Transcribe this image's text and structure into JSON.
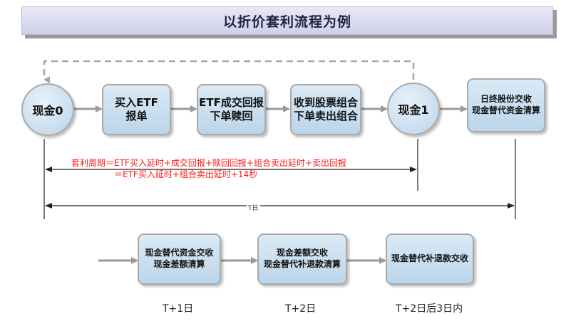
{
  "title": "以折价套利流程为例",
  "nodes": {
    "cash0": "现金0",
    "buy_etf": [
      "买入ETF",
      "报单"
    ],
    "etf_redeem": [
      "ETF成交回报",
      "下单赎回"
    ],
    "receive_basket": [
      "收到股票组合",
      "下单卖出组合"
    ],
    "cash1": "现金1",
    "day_end_clear": [
      "日终股份交收",
      "现金替代资金清算"
    ],
    "t1_settle": [
      "现金替代资金交收",
      "现金差额清算"
    ],
    "t2_settle": [
      "现金差额交收",
      "现金替代补退款清算"
    ],
    "t3_refund": [
      "现金替代补退款交收"
    ]
  },
  "cycle": {
    "line1": "套利周期＝ETF买入延时+成交回报+赎回回报+组合卖出延时+卖出回报",
    "line2": "＝ETF买入延时+组合卖出延时+14秒"
  },
  "t_day_label": "T日",
  "timeline": {
    "t1": "T+1日",
    "t2": "T+2日",
    "t3": "T+2日后3日内"
  },
  "colors": {
    "box_fill": "#bcd5ea",
    "box_border": "#a9a9a9",
    "arrow": "#999999",
    "cycle_text": "#ff1a1a",
    "dashed_return": "#a6a6a6"
  }
}
